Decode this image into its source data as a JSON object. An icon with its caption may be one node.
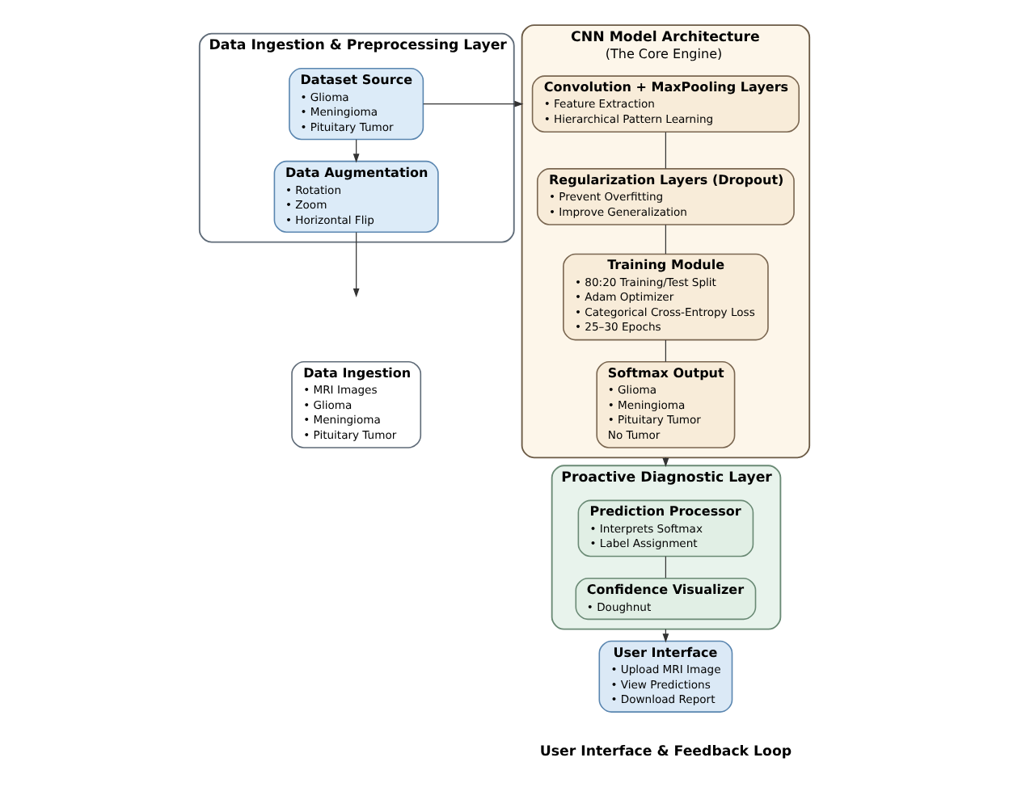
{
  "diagram": {
    "nodes": [
      {
        "text": [
          "Data Ingestion & Preprocessing Layer"
        ]
      },
      {
        "text": [
          "Dataset Source",
          "• Glioma",
          "• Meningioma",
          "• Pituitary Tumor"
        ],
        "in": 0
      },
      {
        "text": [
          "Data Augmentation",
          "• Rotation",
          "• Zoom",
          "• Horizontal Flip"
        ],
        "in": 0
      },
      {
        "text": [
          "Data Ingestion",
          "• MRI Images",
          "• Glioma",
          "• Meningioma",
          "• Pituitary Tumor"
        ]
      },
      {
        "text": [
          "CNN Model Architecture",
          "(The Core Engine)"
        ]
      },
      {
        "text": [
          "Convolution + MaxPooling Layers",
          "• Feature Extraction",
          "• Hierarchical Pattern Learning"
        ],
        "in": 4
      },
      {
        "text": [
          "Regularization Layers (Dropout)",
          "• Prevent Overfitting",
          "• Improve Generalization"
        ],
        "in": 4
      },
      {
        "text": [
          "Training Module",
          "• 80:20 Training/Test Split",
          "• Adam Optimizer",
          "• Categorical Cross-Entropy Loss",
          "• 25–30 Epochs"
        ],
        "in": 4
      },
      {
        "text": [
          "Softmax Output",
          "• Glioma",
          "• Meningioma",
          "• Pituitary Tumor",
          "No Tumor"
        ],
        "in": 4
      },
      {
        "text": [
          "Proactive Diagnostic Layer"
        ]
      },
      {
        "text": [
          "Prediction Processor",
          "• Interprets Softmax",
          "• Label Assignment"
        ],
        "in": 9
      },
      {
        "text": [
          "Confidence Visualizer",
          "• Doughnut"
        ],
        "in": 9
      },
      {
        "text": [
          "User Interface",
          "• Upload MRI Image",
          "• View Predictions",
          "• Download Report"
        ]
      }
    ],
    "edges": [
      {
        "from": 1,
        "to": 2,
        "arrow": "to"
      },
      {
        "from": 2,
        "to": null,
        "arrow": "to"
      },
      {
        "from": 1,
        "to": 4,
        "arrow": "to"
      },
      {
        "from": 5,
        "to": 6,
        "arrow": "none"
      },
      {
        "from": 6,
        "to": 7,
        "arrow": "none"
      },
      {
        "from": 7,
        "to": 8,
        "arrow": "none"
      },
      {
        "from": 4,
        "to": 9,
        "arrow": "to"
      },
      {
        "from": 10,
        "to": 11,
        "arrow": "none"
      },
      {
        "from": 9,
        "to": 12,
        "arrow": "to"
      }
    ],
    "labels": [
      "User Interface & Feedback Loop"
    ]
  }
}
